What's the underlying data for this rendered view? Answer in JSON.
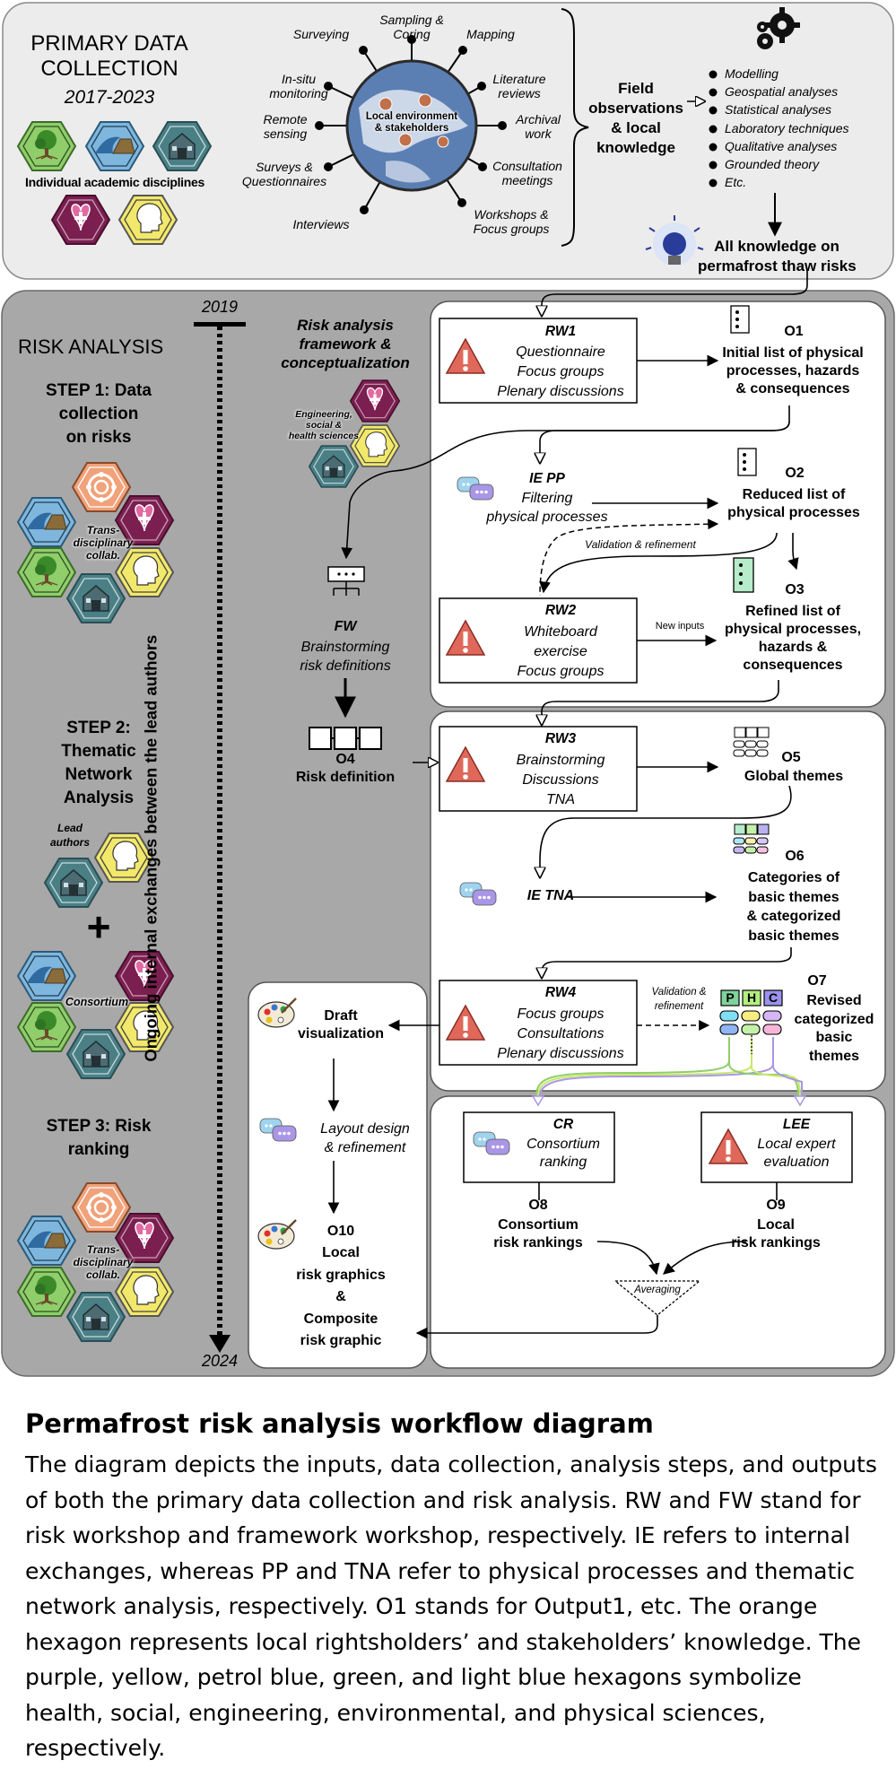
{
  "top": {
    "title_line1": "PRIMARY DATA",
    "title_line2": "COLLECTION",
    "years": "2017-2023",
    "disciplines_label": "Individual academic disciplines",
    "hub_line1": "Local environment",
    "hub_line2": "& stakeholders",
    "methods": {
      "surveying": "Surveying",
      "sampling_l1": "Sampling &",
      "sampling_l2": "Coring",
      "mapping": "Mapping",
      "insitu_l1": "In-situ",
      "insitu_l2": "monitoring",
      "lit_l1": "Literature",
      "lit_l2": "reviews",
      "remote_l1": "Remote",
      "remote_l2": "sensing",
      "archival_l1": "Archival",
      "archival_l2": "work",
      "surveys_l1": "Surveys &",
      "surveys_l2": "Questionnaires",
      "consult_l1": "Consultation",
      "consult_l2": "meetings",
      "interviews": "Interviews",
      "workshops_l1": "Workshops &",
      "workshops_l2": "Focus groups"
    },
    "field_l1": "Field",
    "field_l2": "observations",
    "field_l3": "& local",
    "field_l4": "knowledge",
    "analyses": [
      "Modelling",
      "Geospatial analyses",
      "Statistical analyses",
      "Laboratory techniques",
      "Qualitative analyses",
      "Grounded theory",
      "Etc."
    ],
    "all_knowledge_l1": "All knowledge on",
    "all_knowledge_l2": "permafrost thaw risks"
  },
  "risk": {
    "title": "RISK ANALYSIS",
    "step1_l1": "STEP 1: Data",
    "step1_l2": "collection",
    "step1_l3": "on risks",
    "transdisc_l1": "Trans-",
    "transdisc_l2": "disciplinary",
    "transdisc_l3": "collab.",
    "step2_l1": "STEP 2:",
    "step2_l2": "Thematic",
    "step2_l3": "Network",
    "step2_l4": "Analysis",
    "lead_l1": "Lead",
    "lead_l2": "authors",
    "plus": "+",
    "consortium": "Consortium",
    "step3_l1": "STEP 3: Risk",
    "step3_l2": "ranking",
    "timeline_start": "2019",
    "timeline_end": "2024",
    "timeline_label": "Ongoing internal exchanges between the lead authors",
    "framework_l1": "Risk analysis",
    "framework_l2": "framework &",
    "framework_l3": "conceptualization",
    "eng_l1": "Engineering,",
    "eng_l2": "social &",
    "eng_l3": "health sciences",
    "fw_title": "FW",
    "fw_l1": "Brainstorming",
    "fw_l2": "risk definitions",
    "o4_title": "O4",
    "o4_label": "Risk definition"
  },
  "workshops": {
    "rw1_title": "RW1",
    "rw1_l1": "Questionnaire",
    "rw1_l2": "Focus groups",
    "rw1_l3": "Plenary discussions",
    "o1_title": "O1",
    "o1_l1": "Initial list of physical",
    "o1_l2": "processes, hazards",
    "o1_l3": "& consequences",
    "iepp_title": "IE PP",
    "iepp_l1": "Filtering",
    "iepp_l2": "physical processes",
    "o2_title": "O2",
    "o2_l1": "Reduced list of",
    "o2_l2": "physical processes",
    "validation1": "Validation & refinement",
    "rw2_title": "RW2",
    "rw2_l1": "Whiteboard",
    "rw2_l2": "exercise",
    "rw2_l3": "Focus groups",
    "new_inputs": "New inputs",
    "o3_title": "O3",
    "o3_l1": "Refined list of",
    "o3_l2": "physical processes,",
    "o3_l3": "hazards &",
    "o3_l4": "consequences",
    "rw3_title": "RW3",
    "rw3_l1": "Brainstorming",
    "rw3_l2": "Discussions",
    "rw3_l3": "TNA",
    "o5_title": "O5",
    "o5_label": "Global themes",
    "ietna": "IE TNA",
    "o6_title": "O6",
    "o6_l1": "Categories of",
    "o6_l2": "basic themes",
    "o6_l3": "& categorized",
    "o6_l4": "basic themes",
    "rw4_title": "RW4",
    "rw4_l1": "Focus groups",
    "rw4_l2": "Consultations",
    "rw4_l3": "Plenary discussions",
    "validation2_l1": "Validation &",
    "validation2_l2": "refinement",
    "o7_title": "O7",
    "o7_l1": "Revised",
    "o7_l2": "categorized",
    "o7_l3": "basic",
    "o7_l4": "themes",
    "phc": [
      "P",
      "H",
      "C"
    ],
    "cr_title": "CR",
    "cr_l1": "Consortium",
    "cr_l2": "ranking",
    "lee_title": "LEE",
    "lee_l1": "Local expert",
    "lee_l2": "evaluation",
    "o8_title": "O8",
    "o8_l1": "Consortium",
    "o8_l2": "risk rankings",
    "o9_title": "O9",
    "o9_l1": "Local",
    "o9_l2": "risk rankings",
    "averaging": "Averaging",
    "draft_l1": "Draft",
    "draft_l2": "visualization",
    "layout_l1": "Layout design",
    "layout_l2": "& refinement",
    "o10_title": "O10",
    "o10_l1": "Local",
    "o10_l2": "risk graphics",
    "o10_l3": "&",
    "o10_l4": "Composite",
    "o10_l5": "risk graphic"
  },
  "caption": {
    "title": "Permafrost risk analysis workflow diagram",
    "body": "The diagram depicts the inputs, data collection, analysis steps, and outputs of both the primary data collection and risk analysis. RW and FW stand for risk workshop and framework workshop, respectively. IE refers to internal exchanges, whereas PP and TNA refer to physical processes and thematic network analysis, respectively. O1 stands for Output1, etc. The orange hexagon represents local rightsholders’ and stakeholders’ knowledge. The purple, yellow, petrol blue, green, and light blue hexagons symbolize health, social, engineering, environmental, and physical sciences, respectively."
  },
  "colors": {
    "health": "#7a1f4f",
    "social": "#f2e86b",
    "engineering": "#4a7f86",
    "environmental": "#8fce6a",
    "physical": "#7fb6dd",
    "stakeholders": "#f0a27a",
    "panel_top": "#ececec",
    "panel_risk": "#a8a8a8"
  }
}
